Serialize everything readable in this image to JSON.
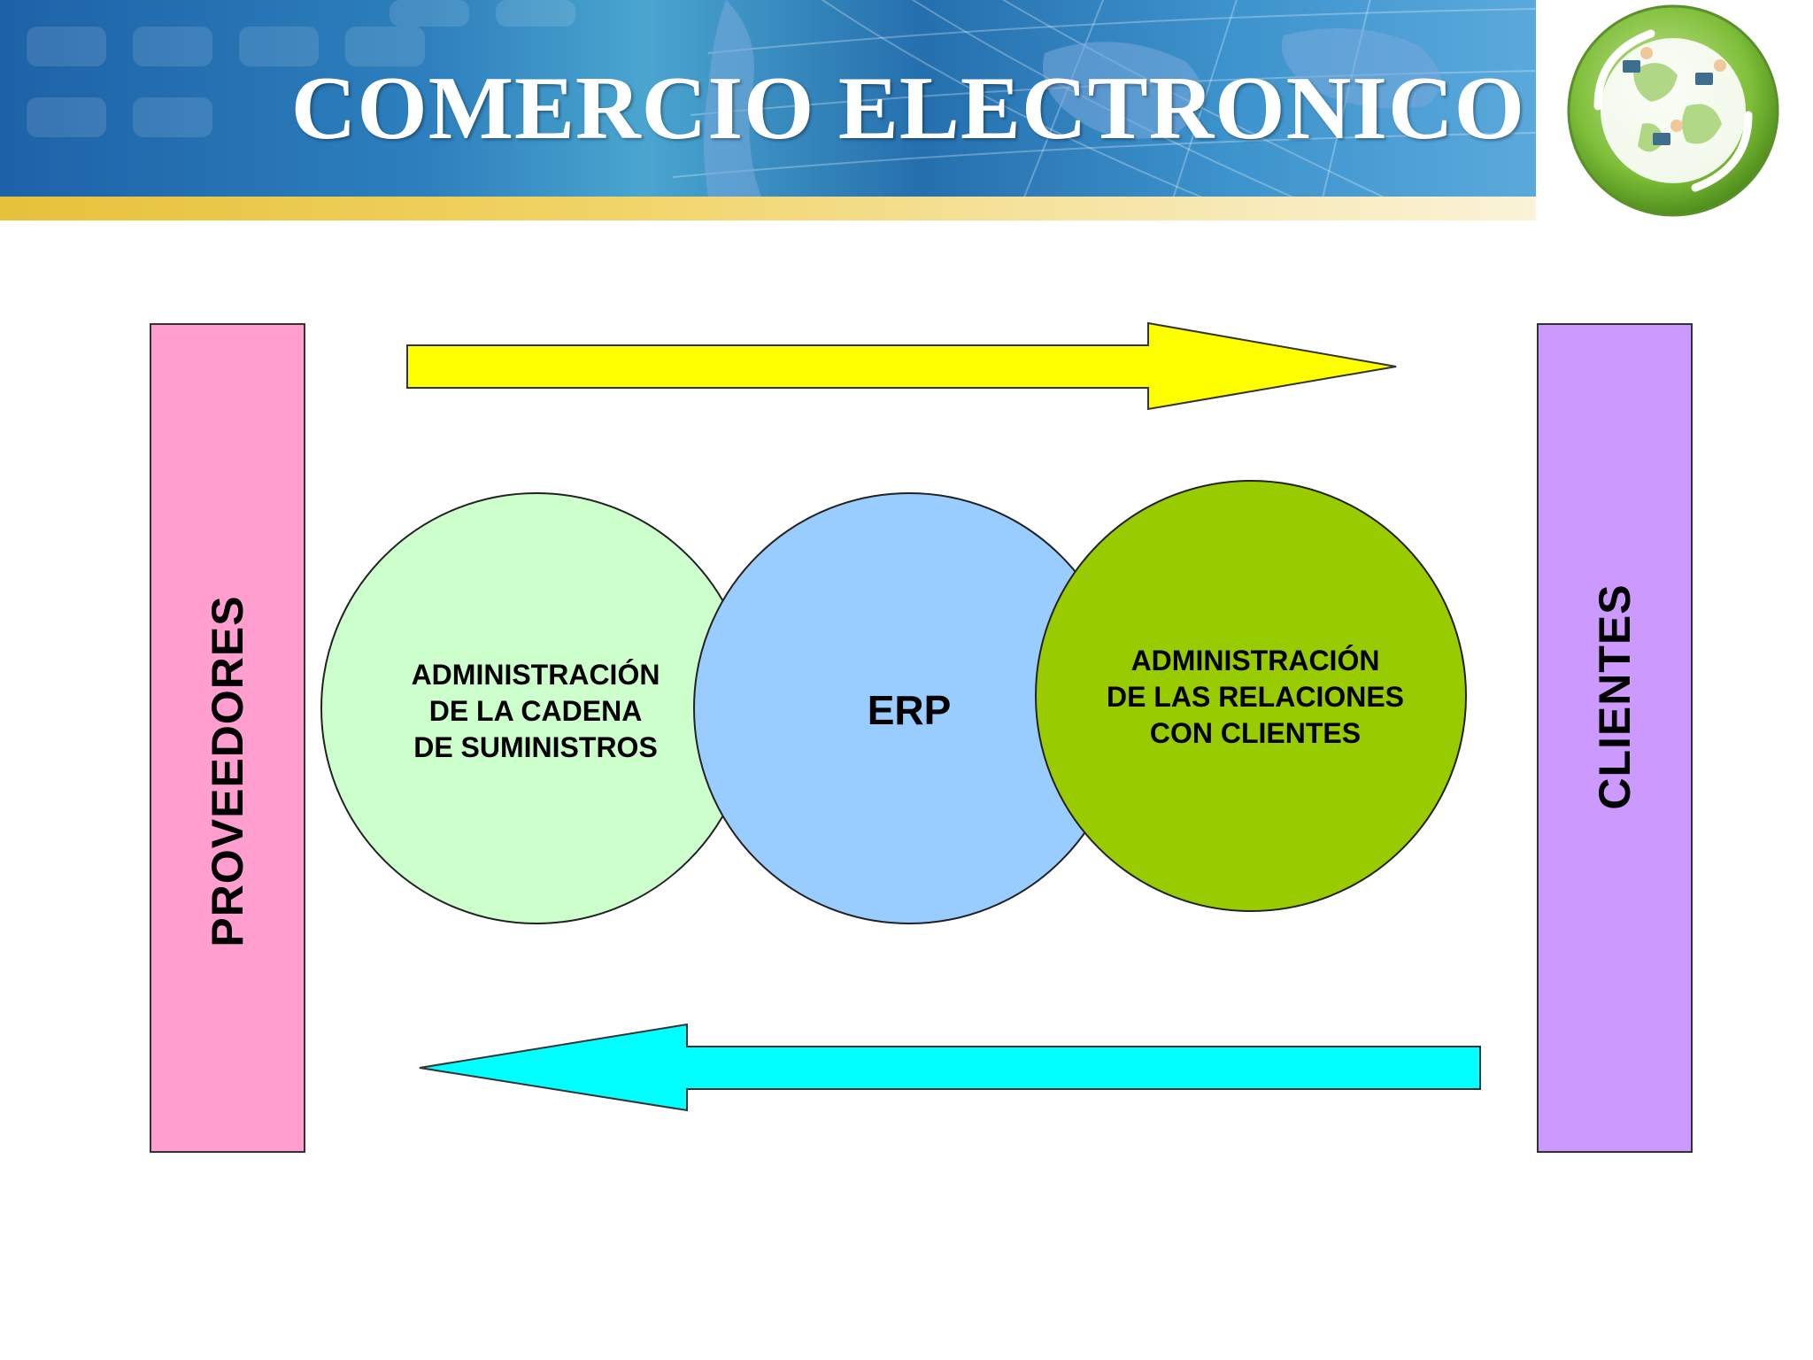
{
  "header": {
    "title": "COMERCIO ELECTRONICO",
    "logo_icon": "globe-network-icon"
  },
  "colors": {
    "banner_blue": "#2d80bd",
    "gold_strip": "#f1d468",
    "proveedores_bar": "#ff9ecf",
    "clientes_bar": "#cc99ff",
    "forward_arrow": "#ffff00",
    "return_arrow": "#00ffff",
    "circle_scm": "#ccffcc",
    "circle_erp": "#99ccff",
    "circle_crm": "#99cc00"
  },
  "diagram": {
    "left_bar_label": "PROVEEDORES",
    "right_bar_label": "CLIENTES",
    "circles": [
      {
        "id": "scm",
        "label": "ADMINISTRACIÓN\n DE LA CADENA\nDE SUMINISTROS"
      },
      {
        "id": "erp",
        "label": "ERP"
      },
      {
        "id": "crm",
        "label": "ADMINISTRACIÓN\nDE LAS RELACIONES\nCON CLIENTES"
      }
    ],
    "arrows": [
      {
        "id": "forward",
        "direction": "right"
      },
      {
        "id": "return",
        "direction": "left"
      }
    ]
  }
}
